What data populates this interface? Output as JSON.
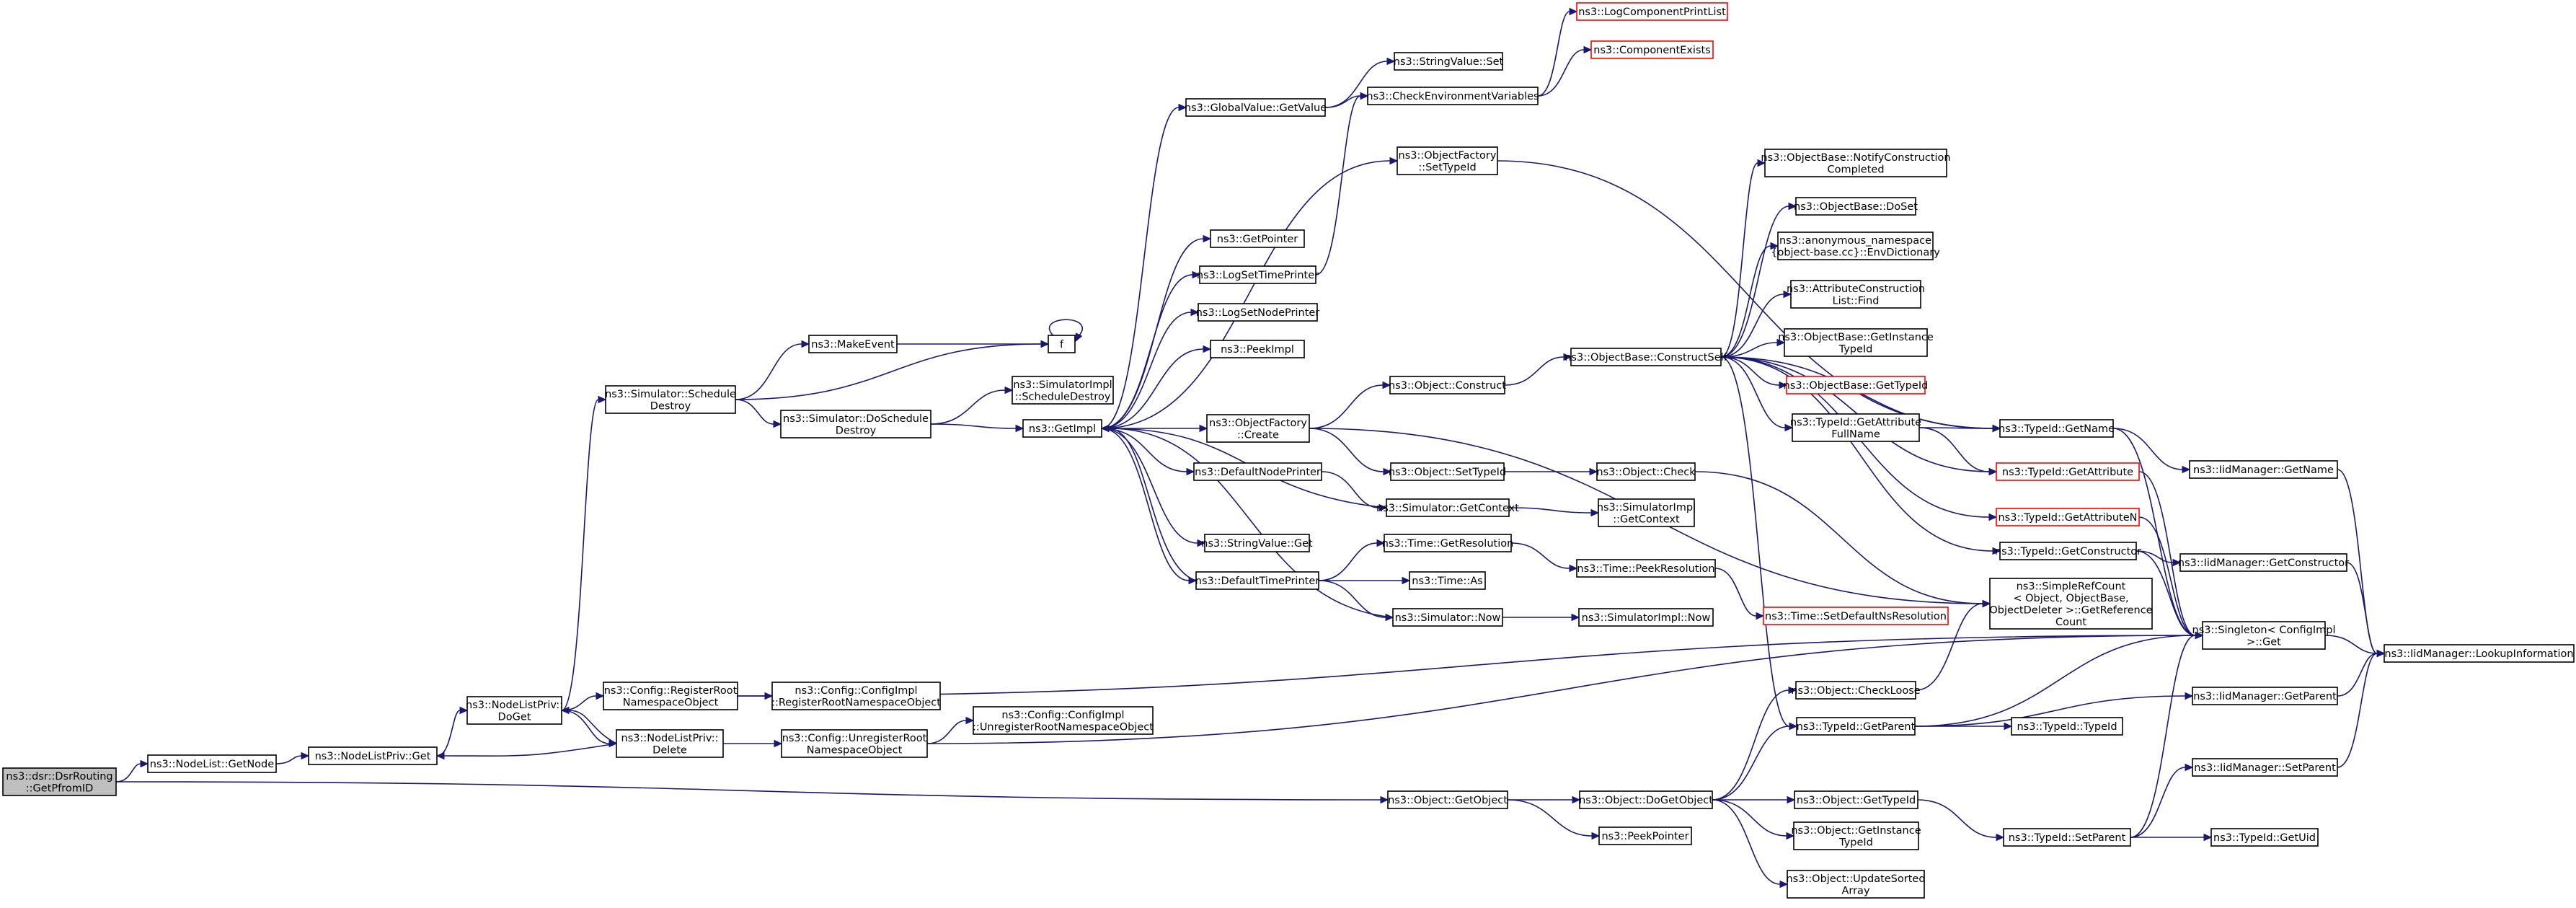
{
  "colors": {
    "edge": "#191970",
    "node_border": "#000000",
    "truncated_border": "#ff0000",
    "root_fill": "#bfbfbf",
    "node_fill": "#ffffff"
  },
  "nodes": [
    {
      "id": "dsr",
      "lines": [
        "ns3::dsr::DsrRouting",
        "::GetPfromID"
      ],
      "root": true
    },
    {
      "id": "getnode",
      "lines": [
        "ns3::NodeList::GetNode"
      ]
    },
    {
      "id": "nlget",
      "lines": [
        "ns3::NodeListPriv::Get"
      ]
    },
    {
      "id": "doget",
      "lines": [
        "ns3::NodeListPriv::",
        "DoGet"
      ]
    },
    {
      "id": "nldelete",
      "lines": [
        "ns3::NodeListPriv::",
        "Delete"
      ]
    },
    {
      "id": "schedule",
      "lines": [
        "ns3::Simulator::Schedule",
        "Destroy"
      ]
    },
    {
      "id": "regroot",
      "lines": [
        "ns3::Config::RegisterRoot",
        "NamespaceObject"
      ]
    },
    {
      "id": "unregroot",
      "lines": [
        "ns3::Config::UnregisterRoot",
        "NamespaceObject"
      ]
    },
    {
      "id": "makeevent",
      "lines": [
        "ns3::MakeEvent"
      ]
    },
    {
      "id": "doschedule",
      "lines": [
        "ns3::Simulator::DoSchedule",
        "Destroy"
      ]
    },
    {
      "id": "cfgreg",
      "lines": [
        "ns3::Config::ConfigImpl",
        "::RegisterRootNamespaceObject"
      ]
    },
    {
      "id": "cfgunreg",
      "lines": [
        "ns3::Config::ConfigImpl",
        "::UnregisterRootNamespaceObject"
      ]
    },
    {
      "id": "f",
      "lines": [
        "f"
      ]
    },
    {
      "id": "simschedule",
      "lines": [
        "ns3::SimulatorImpl",
        "::ScheduleDestroy"
      ]
    },
    {
      "id": "getimpl",
      "lines": [
        "ns3::GetImpl"
      ]
    },
    {
      "id": "gvget",
      "lines": [
        "ns3::GlobalValue::GetValue"
      ]
    },
    {
      "id": "getpointer",
      "lines": [
        "ns3::GetPointer"
      ]
    },
    {
      "id": "logtime",
      "lines": [
        "ns3::LogSetTimePrinter"
      ]
    },
    {
      "id": "lognode",
      "lines": [
        "ns3::LogSetNodePrinter"
      ]
    },
    {
      "id": "peekimpl",
      "lines": [
        "ns3::PeekImpl"
      ]
    },
    {
      "id": "ofcreate",
      "lines": [
        "ns3::ObjectFactory",
        "::Create"
      ]
    },
    {
      "id": "defnode",
      "lines": [
        "ns3::DefaultNodePrinter"
      ]
    },
    {
      "id": "strget",
      "lines": [
        "ns3::StringValue::Get"
      ]
    },
    {
      "id": "deftime",
      "lines": [
        "ns3::DefaultTimePrinter"
      ]
    },
    {
      "id": "strset",
      "lines": [
        "ns3::StringValue::Set"
      ]
    },
    {
      "id": "checkenv",
      "lines": [
        "ns3::CheckEnvironmentVariables"
      ]
    },
    {
      "id": "logcomp",
      "lines": [
        "ns3::LogComponentPrintList"
      ],
      "truncated": true
    },
    {
      "id": "compexists",
      "lines": [
        "ns3::ComponentExists"
      ],
      "truncated": true
    },
    {
      "id": "ofsettype",
      "lines": [
        "ns3::ObjectFactory",
        "::SetTypeId"
      ]
    },
    {
      "id": "objconstruct",
      "lines": [
        "ns3::Object::Construct"
      ]
    },
    {
      "id": "objsettype",
      "lines": [
        "ns3::Object::SetTypeId"
      ]
    },
    {
      "id": "simgetctx",
      "lines": [
        "ns3::Simulator::GetContext"
      ]
    },
    {
      "id": "timegetres",
      "lines": [
        "ns3::Time::GetResolution"
      ]
    },
    {
      "id": "timeas",
      "lines": [
        "ns3::Time::As"
      ]
    },
    {
      "id": "simnow",
      "lines": [
        "ns3::Simulator::Now"
      ]
    },
    {
      "id": "objgetobject",
      "lines": [
        "ns3::Object::GetObject"
      ]
    },
    {
      "id": "peekpointer",
      "lines": [
        "ns3::PeekPointer"
      ]
    },
    {
      "id": "constructself",
      "lines": [
        "ns3::ObjectBase::ConstructSelf"
      ]
    },
    {
      "id": "objcheck",
      "lines": [
        "ns3::Object::Check"
      ]
    },
    {
      "id": "simimplctx",
      "lines": [
        "ns3::SimulatorImpl",
        "::GetContext"
      ]
    },
    {
      "id": "peekres",
      "lines": [
        "ns3::Time::PeekResolution"
      ]
    },
    {
      "id": "simimplnow",
      "lines": [
        "ns3::SimulatorImpl::Now"
      ]
    },
    {
      "id": "dogetobject",
      "lines": [
        "ns3::Object::DoGetObject"
      ]
    },
    {
      "id": "notifyconstr",
      "lines": [
        "ns3::ObjectBase::NotifyConstruction",
        "Completed"
      ]
    },
    {
      "id": "doset",
      "lines": [
        "ns3::ObjectBase::DoSet"
      ]
    },
    {
      "id": "envdict",
      "lines": [
        "ns3::anonymous_namespace",
        "{object-base.cc}::EnvDictionary"
      ]
    },
    {
      "id": "attrfind",
      "lines": [
        "ns3::AttributeConstruction",
        "List::Find"
      ]
    },
    {
      "id": "getinsttid",
      "lines": [
        "ns3::ObjectBase::GetInstance",
        "TypeId"
      ]
    },
    {
      "id": "obgettid",
      "lines": [
        "ns3::ObjectBase::GetTypeId"
      ],
      "truncated": true
    },
    {
      "id": "getattrfull",
      "lines": [
        "ns3::TypeId::GetAttribute",
        "FullName"
      ]
    },
    {
      "id": "getattrn",
      "lines": [
        "ns3::TypeId::GetAttributeN"
      ],
      "truncated": true
    },
    {
      "id": "tidgetctor",
      "lines": [
        "ns3::TypeId::GetConstructor"
      ]
    },
    {
      "id": "simplerefcount",
      "lines": [
        "ns3::SimpleRefCount",
        "< Object, ObjectBase,",
        "ObjectDeleter >::GetReference",
        "Count"
      ]
    },
    {
      "id": "setdefns",
      "lines": [
        "ns3::Time::SetDefaultNsResolution"
      ],
      "truncated": true
    },
    {
      "id": "checkloose",
      "lines": [
        "ns3::Object::CheckLoose"
      ]
    },
    {
      "id": "tidgetparent",
      "lines": [
        "ns3::TypeId::GetParent"
      ]
    },
    {
      "id": "objgettid",
      "lines": [
        "ns3::Object::GetTypeId"
      ]
    },
    {
      "id": "objgetinst",
      "lines": [
        "ns3::Object::GetInstance",
        "TypeId"
      ]
    },
    {
      "id": "updatesorted",
      "lines": [
        "ns3::Object::UpdateSorted",
        "Array"
      ]
    },
    {
      "id": "tidgetname",
      "lines": [
        "ns3::TypeId::GetName"
      ]
    },
    {
      "id": "tidgetattr",
      "lines": [
        "ns3::TypeId::GetAttribute"
      ],
      "truncated": true
    },
    {
      "id": "tidtypeid",
      "lines": [
        "ns3::TypeId::TypeId"
      ]
    },
    {
      "id": "tidsetparent",
      "lines": [
        "ns3::TypeId::SetParent"
      ]
    },
    {
      "id": "iidgetname",
      "lines": [
        "ns3::IidManager::GetName"
      ]
    },
    {
      "id": "iidgetctor",
      "lines": [
        "ns3::IidManager::GetConstructor"
      ]
    },
    {
      "id": "singleton",
      "lines": [
        "ns3::Singleton< ConfigImpl",
        " >::Get"
      ]
    },
    {
      "id": "iidgetparent",
      "lines": [
        "ns3::IidManager::GetParent"
      ]
    },
    {
      "id": "iidsetparent",
      "lines": [
        "ns3::IidManager::SetParent"
      ]
    },
    {
      "id": "tidgetuid",
      "lines": [
        "ns3::TypeId::GetUid"
      ]
    },
    {
      "id": "iidlookup",
      "lines": [
        "ns3::IidManager::LookupInformation"
      ]
    }
  ]
}
